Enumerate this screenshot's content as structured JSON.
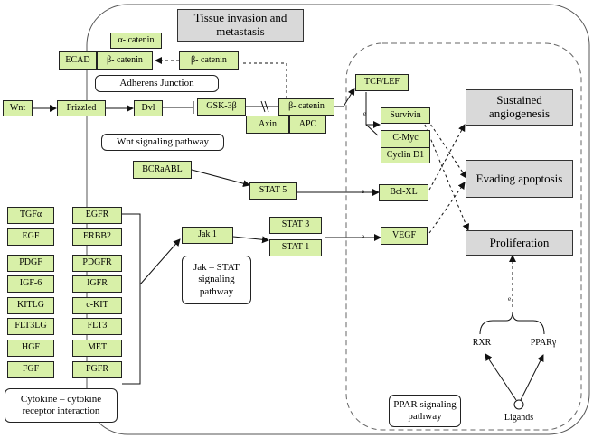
{
  "titles": {
    "tissue": "Tissue invasion and metastasis",
    "angiogenesis": "Sustained angiogenesis",
    "evading": "Evading apoptosis",
    "proliferation": "Proliferation"
  },
  "pathway_labels": {
    "adherens": "Adherens Junction",
    "wnt": "Wnt signaling pathway",
    "jakstat": "Jak – STAT signaling pathway",
    "cytokine": "Cytokine – cytokine receptor interaction",
    "ppar": "PPAR signaling pathway"
  },
  "nodes": {
    "alpha_catenin": "α- catenin",
    "ecad": "ECAD",
    "beta_catenin_1": "β- catenin",
    "beta_catenin_2": "β- catenin",
    "wnt": "Wnt",
    "frizzled": "Frizzled",
    "dvl": "Dvl",
    "gsk3b": "GSK-3β",
    "beta_catenin_3": "β- catenin",
    "axin": "Axin",
    "apc": "APC",
    "tcf_lef": "TCF/LEF",
    "survivin": "Survivin",
    "cmyc": "C-Myc",
    "cyclind1": "Cyclin D1",
    "bcrabl": "BCRaABL",
    "stat5": "STAT 5",
    "bclxl": "Bcl-XL",
    "jak1": "Jak 1",
    "stat3": "STAT 3",
    "stat1": "STAT 1",
    "vegf": "VEGF",
    "tgfa": "TGFα",
    "egfr": "EGFR",
    "egf": "EGF",
    "erbb2": "ERBB2",
    "pdgf": "PDGF",
    "pdgfr": "PDGFR",
    "igf6": "IGF-6",
    "igfr": "IGFR",
    "kitlg": "KITLG",
    "ckit": "c-KIT",
    "flt3lg": "FLT3LG",
    "flt3": "FLT3",
    "hgf": "HGF",
    "met": "MET",
    "fgf": "FGF",
    "fgfr": "FGFR",
    "rxr": "RXR",
    "pparg": "PPARγ",
    "ligands": "Ligands"
  },
  "edge_marks": {
    "e1": "e",
    "e2": "e",
    "e3": "e",
    "e4": "e"
  }
}
